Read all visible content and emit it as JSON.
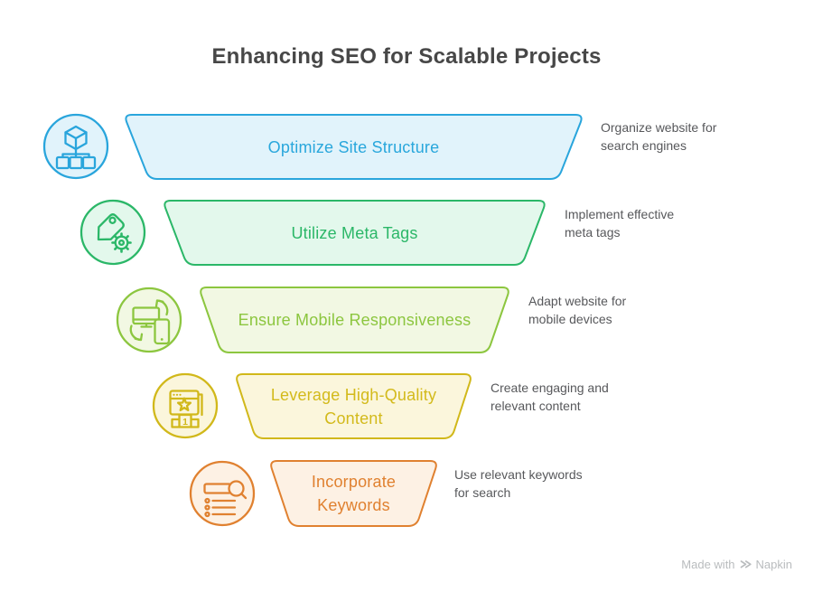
{
  "title": "Enhancing SEO for Scalable Projects",
  "stages": [
    {
      "label": "Optimize Site Structure",
      "description": "Organize website for search engines",
      "color": "#29a5dc",
      "fill": "#e1f3fb",
      "icon": "site-structure-icon"
    },
    {
      "label": "Utilize Meta Tags",
      "description": "Implement effective meta tags",
      "color": "#2bb768",
      "fill": "#e3f8ec",
      "icon": "meta-tag-gear-icon"
    },
    {
      "label": "Ensure Mobile Responsiveness",
      "description": "Adapt website for mobile devices",
      "color": "#8cc63f",
      "fill": "#f2f8e3",
      "icon": "device-sync-icon"
    },
    {
      "label": "Leverage High-Quality Content",
      "description": "Create engaging and relevant content",
      "color": "#d1b81a",
      "fill": "#fbf6dc",
      "icon": "quality-content-icon",
      "icon_number": "1"
    },
    {
      "label": "Incorporate Keywords",
      "description": "Use relevant keywords for search",
      "color": "#e08130",
      "fill": "#fdf1e4",
      "icon": "keyword-search-icon"
    }
  ],
  "watermark": {
    "prefix": "Made with",
    "brand": "Napkin"
  }
}
